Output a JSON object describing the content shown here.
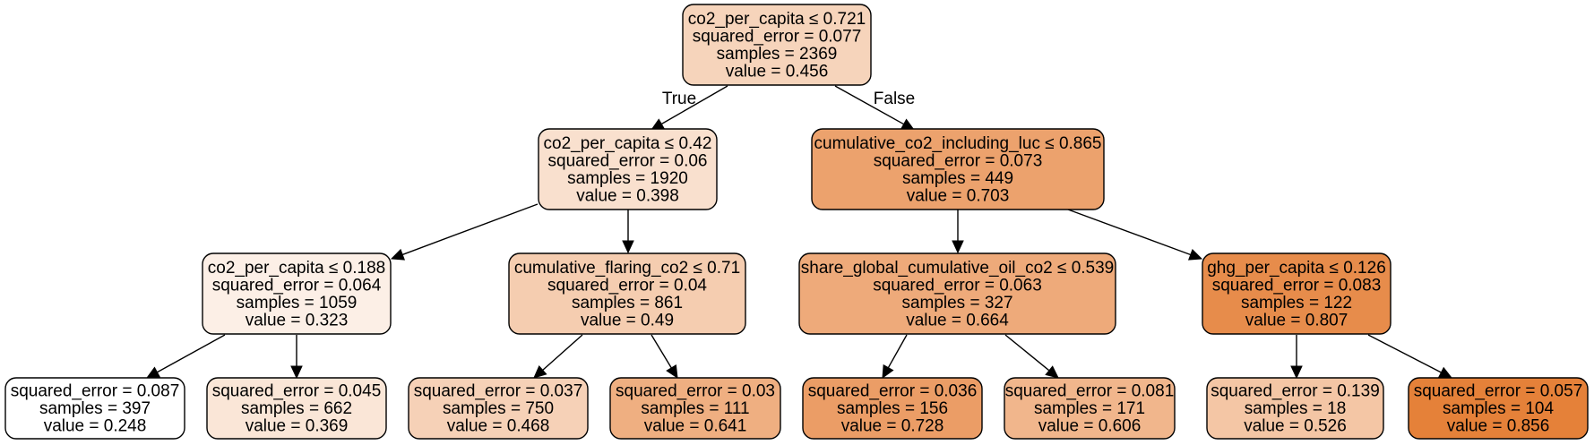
{
  "tree": {
    "nodes": [
      {
        "id": "n0",
        "lines": [
          "co2_per_capita ≤ 0.721",
          "squared_error = 0.077",
          "samples = 2369",
          "value = 0.456"
        ],
        "fill": "#f6d4bb"
      },
      {
        "id": "n1",
        "lines": [
          "co2_per_capita ≤ 0.42",
          "squared_error = 0.06",
          "samples = 1920",
          "value = 0.398"
        ],
        "fill": "#f9e0ce"
      },
      {
        "id": "n2",
        "lines": [
          "co2_per_capita ≤ 0.188",
          "squared_error = 0.064",
          "samples = 1059",
          "value = 0.323"
        ],
        "fill": "#fcefe6"
      },
      {
        "id": "n3",
        "lines": [
          "squared_error = 0.087",
          "samples = 397",
          "value = 0.248"
        ],
        "fill": "#ffffff"
      },
      {
        "id": "n4",
        "lines": [
          "squared_error = 0.045",
          "samples = 662",
          "value = 0.369"
        ],
        "fill": "#fae6d7"
      },
      {
        "id": "n5",
        "lines": [
          "cumulative_flaring_co2 ≤ 0.71",
          "squared_error = 0.04",
          "samples = 861",
          "value = 0.49"
        ],
        "fill": "#f5cdb0"
      },
      {
        "id": "n6",
        "lines": [
          "squared_error = 0.037",
          "samples = 750",
          "value = 0.468"
        ],
        "fill": "#f6d1b7"
      },
      {
        "id": "n7",
        "lines": [
          "squared_error = 0.03",
          "samples = 111",
          "value = 0.641"
        ],
        "fill": "#efaf81"
      },
      {
        "id": "n8",
        "lines": [
          "cumulative_co2_including_luc ≤ 0.865",
          "squared_error = 0.073",
          "samples = 449",
          "value = 0.703"
        ],
        "fill": "#eca26d"
      },
      {
        "id": "n9",
        "lines": [
          "share_global_cumulative_oil_co2 ≤ 0.539",
          "squared_error = 0.063",
          "samples = 327",
          "value = 0.664"
        ],
        "fill": "#eeaa7a"
      },
      {
        "id": "n10",
        "lines": [
          "squared_error = 0.036",
          "samples = 156",
          "value = 0.728"
        ],
        "fill": "#eb9d66"
      },
      {
        "id": "n11",
        "lines": [
          "squared_error = 0.081",
          "samples = 171",
          "value = 0.606"
        ],
        "fill": "#f1b68c"
      },
      {
        "id": "n12",
        "lines": [
          "ghg_per_capita ≤ 0.126",
          "squared_error = 0.083",
          "samples = 122",
          "value = 0.807"
        ],
        "fill": "#e78c4b"
      },
      {
        "id": "n13",
        "lines": [
          "squared_error = 0.139",
          "samples = 18",
          "value = 0.526"
        ],
        "fill": "#f4c6a5"
      },
      {
        "id": "n14",
        "lines": [
          "squared_error = 0.057",
          "samples = 104",
          "value = 0.856"
        ],
        "fill": "#e58139"
      }
    ],
    "edges": [
      {
        "from": "n0",
        "to": "n1",
        "label": "True"
      },
      {
        "from": "n0",
        "to": "n8",
        "label": "False"
      },
      {
        "from": "n1",
        "to": "n2",
        "label": ""
      },
      {
        "from": "n1",
        "to": "n5",
        "label": ""
      },
      {
        "from": "n2",
        "to": "n3",
        "label": ""
      },
      {
        "from": "n2",
        "to": "n4",
        "label": ""
      },
      {
        "from": "n5",
        "to": "n6",
        "label": ""
      },
      {
        "from": "n5",
        "to": "n7",
        "label": ""
      },
      {
        "from": "n8",
        "to": "n9",
        "label": ""
      },
      {
        "from": "n8",
        "to": "n12",
        "label": ""
      },
      {
        "from": "n9",
        "to": "n10",
        "label": ""
      },
      {
        "from": "n9",
        "to": "n11",
        "label": ""
      },
      {
        "from": "n12",
        "to": "n13",
        "label": ""
      },
      {
        "from": "n12",
        "to": "n14",
        "label": ""
      }
    ]
  }
}
